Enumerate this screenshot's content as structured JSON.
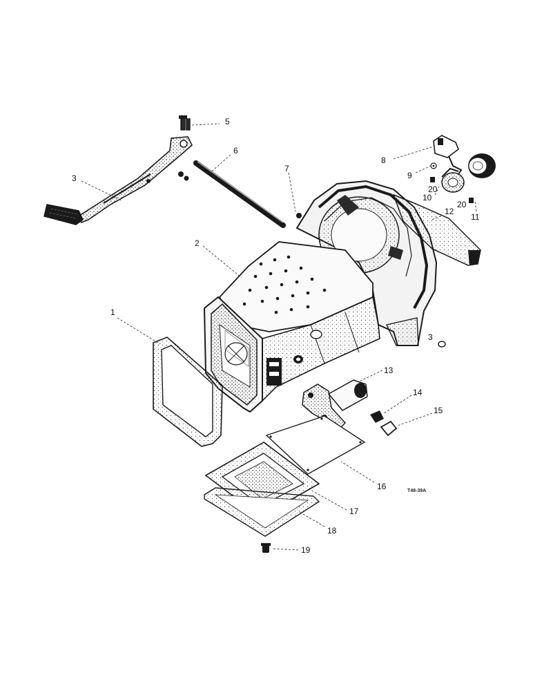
{
  "figure": {
    "reference_code": "T48-39A",
    "callouts": [
      {
        "id": "callout-1",
        "text": "1"
      },
      {
        "id": "callout-2",
        "text": "2"
      },
      {
        "id": "callout-3",
        "text": "3"
      },
      {
        "id": "callout-3b",
        "text": "3"
      },
      {
        "id": "callout-5",
        "text": "5"
      },
      {
        "id": "callout-6",
        "text": "6"
      },
      {
        "id": "callout-7",
        "text": "7"
      },
      {
        "id": "callout-8",
        "text": "8"
      },
      {
        "id": "callout-9",
        "text": "9"
      },
      {
        "id": "callout-10",
        "text": "10"
      },
      {
        "id": "callout-11",
        "text": "11"
      },
      {
        "id": "callout-12",
        "text": "12"
      },
      {
        "id": "callout-13",
        "text": "13"
      },
      {
        "id": "callout-14",
        "text": "14"
      },
      {
        "id": "callout-15",
        "text": "15"
      },
      {
        "id": "callout-16",
        "text": "16"
      },
      {
        "id": "callout-17",
        "text": "17"
      },
      {
        "id": "callout-18",
        "text": "18"
      },
      {
        "id": "callout-19",
        "text": "19"
      },
      {
        "id": "callout-20a",
        "text": "20"
      },
      {
        "id": "callout-20b",
        "text": "20"
      }
    ]
  }
}
